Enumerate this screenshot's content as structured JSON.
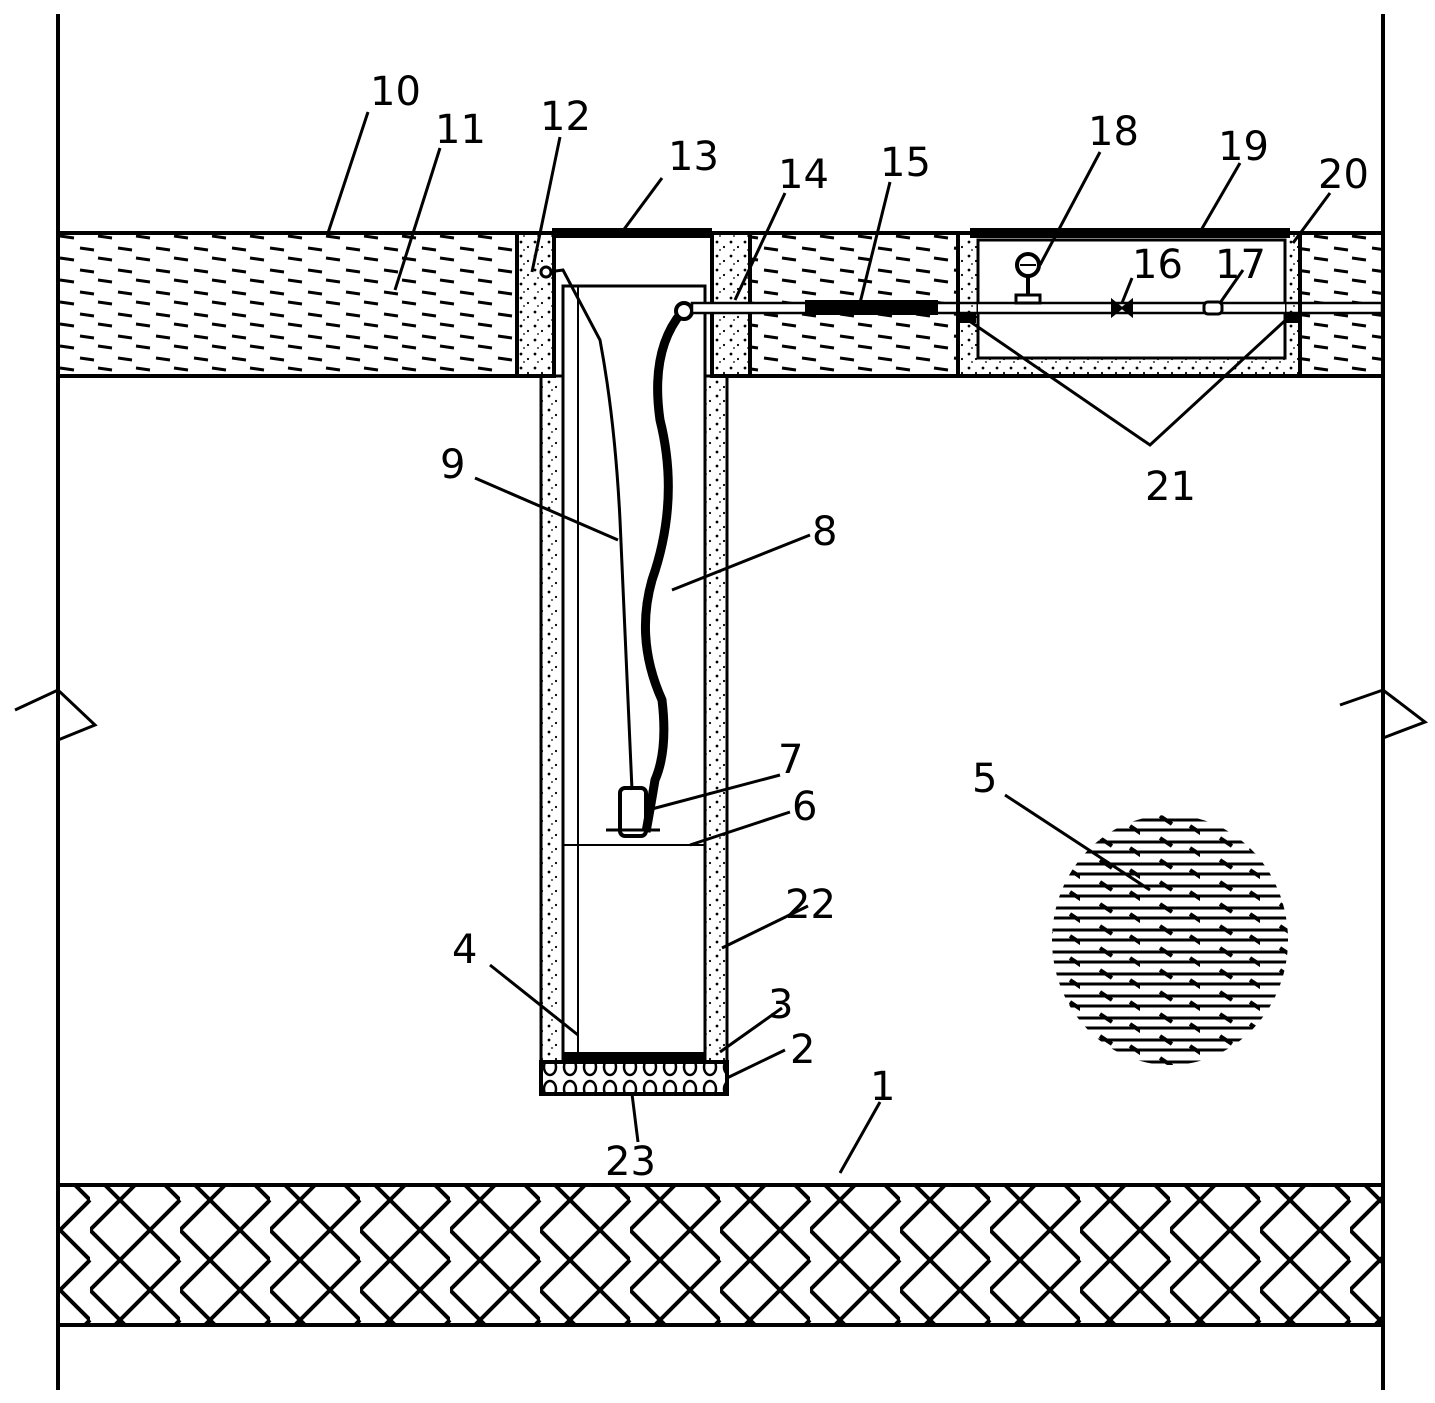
{
  "labels": {
    "n1": "1",
    "n2": "2",
    "n3": "3",
    "n4": "4",
    "n5": "5",
    "n6": "6",
    "n7": "7",
    "n8": "8",
    "n9": "9",
    "n10": "10",
    "n11": "11",
    "n12": "12",
    "n13": "13",
    "n14": "14",
    "n15": "15",
    "n16": "16",
    "n17": "17",
    "n18": "18",
    "n19": "19",
    "n20": "20",
    "n21": "21",
    "n22": "22",
    "n23": "23"
  },
  "colors": {
    "line": "#000000",
    "background": "#ffffff"
  }
}
